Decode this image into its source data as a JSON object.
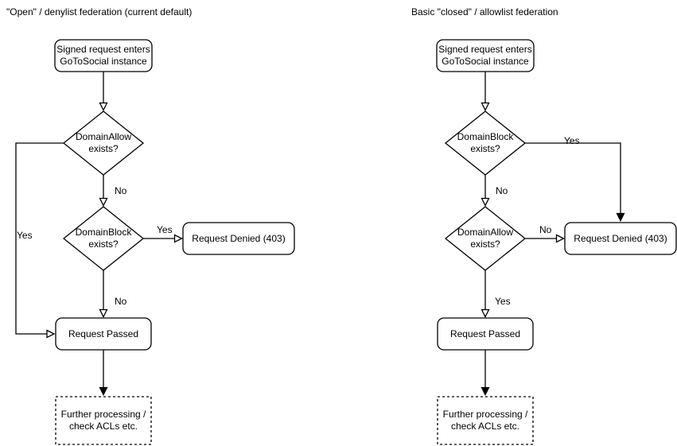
{
  "background": "#ffffff",
  "stroke_color": "#000000",
  "text_color": "#000000",
  "left": {
    "title": "\"Open\" / denylist federation (current default)",
    "nodes": {
      "start": "Signed request enters\nGoToSocial instance",
      "decision_allow": "DomainAllow\nexists?",
      "decision_block": "DomainBlock\nexists?",
      "denied": "Request Denied (403)",
      "passed": "Request Passed",
      "further": "Further processing /\ncheck ACLs etc."
    },
    "labels": {
      "allow_yes": "Yes",
      "allow_no": "No",
      "block_yes": "Yes",
      "block_no": "No"
    }
  },
  "right": {
    "title": "Basic \"closed\" / allowlist federation",
    "nodes": {
      "start": "Signed request enters\nGoToSocial instance",
      "decision_block": "DomainBlock\nexists?",
      "decision_allow": "DomainAllow\nexists?",
      "denied": "Request Denied (403)",
      "passed": "Request Passed",
      "further": "Further processing /\ncheck ACLs etc."
    },
    "labels": {
      "block_yes": "Yes",
      "block_no": "No",
      "allow_no": "No",
      "allow_yes": "Yes"
    }
  }
}
